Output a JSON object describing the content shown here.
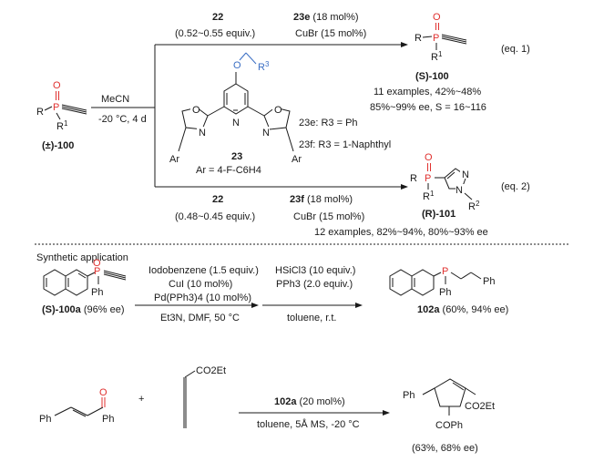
{
  "top": {
    "rac_label": "(±)-100",
    "P": "P",
    "O": "O",
    "R": "R",
    "R1": "R",
    "sup1": "1",
    "arrow_main": {
      "above": "MeCN",
      "below": "-20 °C, 4 d"
    },
    "upper_arrow": {
      "left_bold": "22",
      "left_sub": "(0.52~0.55 equiv.)",
      "right_bold": "23e",
      "right_text": " (18 mol%)",
      "right_sub": "CuBr (15 mol%)"
    },
    "lower_arrow": {
      "left_bold": "22",
      "left_sub": "(0.48~0.45 equiv.)",
      "right_bold": "23f",
      "right_text": " (18 mol%)",
      "right_sub": "CuBr (15 mol%)"
    },
    "ligand": {
      "O": "O",
      "N": "N",
      "R3": "R",
      "sup3": "3",
      "label": "23",
      "ar": "Ar",
      "ar_def": "Ar = 4-F-C6H4",
      "e_line": "23e: R3 = Ph",
      "f_line": "23f: R3 = 1-Naphthyl"
    },
    "product1": {
      "label": "(S)-100",
      "eq": "(eq. 1)",
      "line1": "11 examples, 42%~48%",
      "line2": "85%~99% ee, S = 16~116"
    },
    "product2": {
      "label": "(R)-101",
      "eq": "(eq. 2)",
      "N": "N",
      "R2": "R",
      "sup2": "2",
      "line": "12 examples, 82%~94%, 80%~93% ee"
    }
  },
  "synthetic": {
    "heading": "Synthetic application",
    "sm_label": "(S)-100a",
    "sm_ee": " (96% ee)",
    "P": "P",
    "O": "O",
    "Ph": "Ph",
    "step1": {
      "l1": "Iodobenzene (1.5 equiv.)",
      "l2": "CuI (10 mol%)",
      "l3": "Pd(PPh3)4 (10 mol%)",
      "below": "Et3N, DMF, 50 °C"
    },
    "step2": {
      "l1": "HSiCl3 (10 equiv.)",
      "l2": "PPh3 (2.0 equiv.)",
      "below": "toluene, r.t."
    },
    "product": {
      "label": "102a",
      "yield": " (60%, 94% ee)",
      "Ph_chain": "Ph"
    }
  },
  "cyclo": {
    "Ph_left": "Ph",
    "Ph_right": "Ph",
    "O": "O",
    "plus": "+",
    "allene": "CO2Et",
    "cat": "102a",
    "cat_text": " (20 mol%)",
    "cond": "toluene, 5Å MS, -20 °C",
    "prod_ph": "Ph",
    "prod_ester": "CO2Et",
    "prod_ket": "COPh",
    "result": "(63%, 68% ee)"
  }
}
